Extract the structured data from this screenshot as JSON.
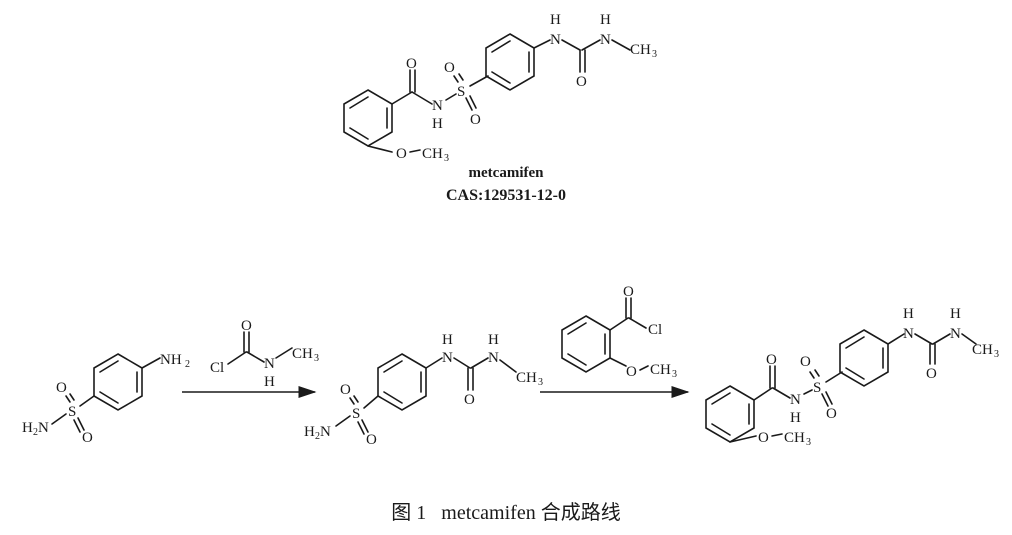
{
  "compound": {
    "name": "metcamifen",
    "cas": "CAS:129531-12-0"
  },
  "caption": {
    "figure_label": "图 1",
    "text": "metcamifen 合成路线"
  },
  "atoms": {
    "O": "O",
    "N": "N",
    "H": "H",
    "S": "S",
    "Cl": "Cl",
    "NH": "NH",
    "CH": "CH",
    "H2N": "H",
    "sub3": "3",
    "sub2": "2"
  }
}
